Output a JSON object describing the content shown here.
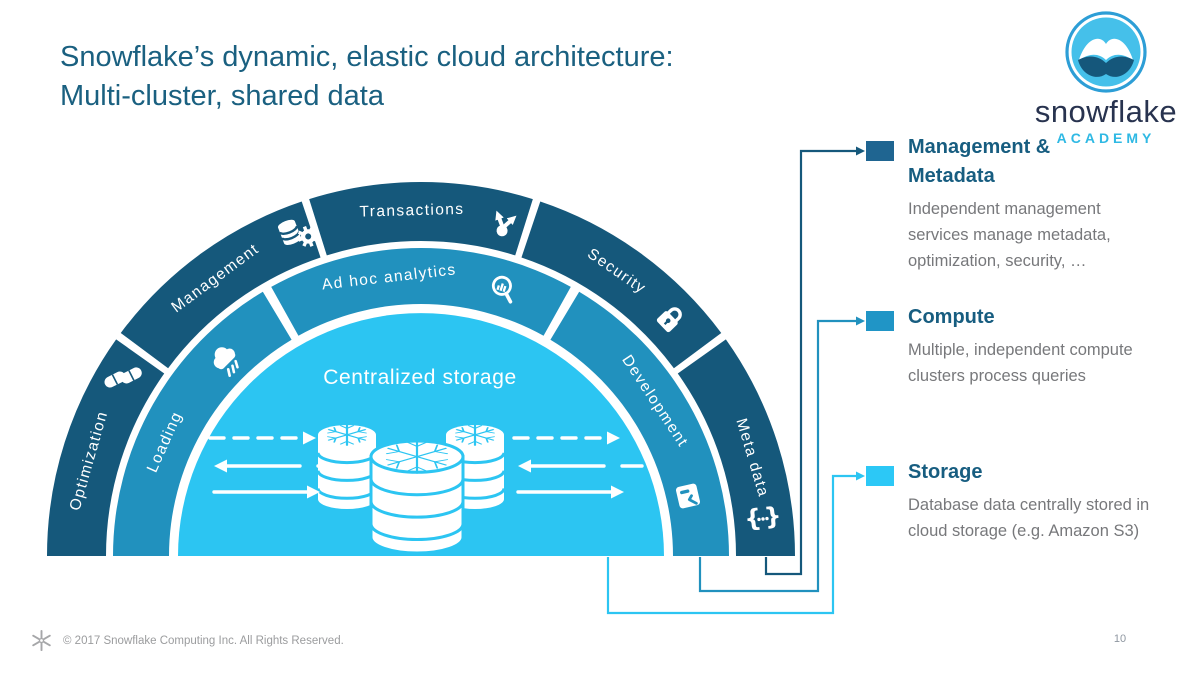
{
  "slide": {
    "title_line1": "Snowflake’s dynamic, elastic cloud architecture:",
    "title_line2": "Multi-cluster, shared data",
    "footer_copyright": "© 2017 Snowflake Computing Inc. All Rights Reserved.",
    "page_number": "10"
  },
  "logo": {
    "wordmark": "snowflake",
    "subtitle": "ACADEMY",
    "circle_color": "#2D9ED6",
    "disc_color": "#45C0EA",
    "book_dark_color": "#15577B"
  },
  "diagram": {
    "center_label": "Centralized storage",
    "inner": {
      "color": "#2CC5F2",
      "label": "Centralized storage"
    },
    "middle_ring": {
      "color": "#2191BE",
      "segments": [
        {
          "label": "Loading",
          "icon": "cloud-upload-icon"
        },
        {
          "label": "Ad hoc analytics",
          "icon": "magnifier-chart-icon"
        },
        {
          "label": "Development",
          "icon": "checklist-icon"
        }
      ]
    },
    "outer_ring": {
      "color": "#15587B",
      "segments": [
        {
          "label": "Optimization",
          "icon": "pills-icon"
        },
        {
          "label": "Management",
          "icon": "database-gear-icon"
        },
        {
          "label": "Transactions",
          "icon": "branch-arrows-icon"
        },
        {
          "label": "Security",
          "icon": "padlock-icon"
        },
        {
          "label": "Meta data",
          "icon": "curly-braces-icon"
        }
      ]
    }
  },
  "legend": [
    {
      "title": "Management & Metadata",
      "description": "Independent management services manage metadata, optimization, security, …",
      "swatch_color": "#1F6591",
      "connector_color": "#15587B"
    },
    {
      "title": "Compute",
      "description": "Multiple, independent compute clusters process queries",
      "swatch_color": "#2095C6",
      "connector_color": "#2191BE"
    },
    {
      "title": "Storage",
      "description": "Database data centrally stored in cloud storage (e.g. Amazon S3)",
      "swatch_color": "#2CC8F6",
      "connector_color": "#2CC5F2"
    }
  ]
}
